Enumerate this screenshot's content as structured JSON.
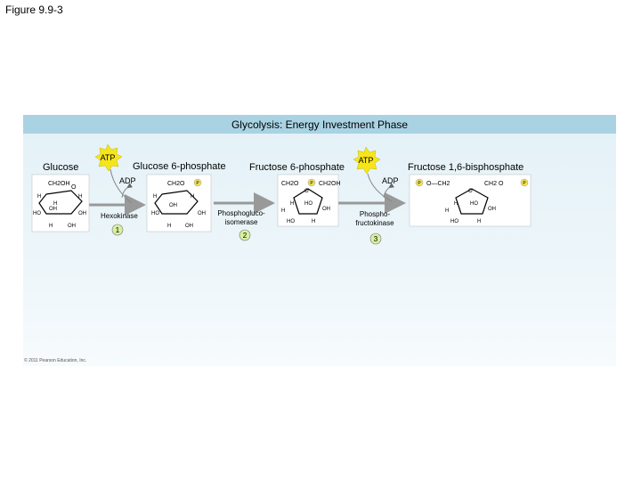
{
  "figure_label": "Figure 9.9-3",
  "title": "Glycolysis: Energy Investment Phase",
  "copyright": "© 2011 Pearson Education, Inc.",
  "molecules": {
    "glucose": "Glucose",
    "g6p": "Glucose 6-phosphate",
    "f6p": "Fructose 6-phosphate",
    "f16bp": "Fructose 1,6-bisphosphate"
  },
  "cofactors": {
    "atp1": "ATP",
    "adp1": "ADP",
    "atp2": "ATP",
    "adp2": "ADP"
  },
  "enzymes": {
    "e1": "Hexokinase",
    "e2_line1": "Phosphogluco-",
    "e2_line2": "isomerase",
    "e3_line1": "Phospho-",
    "e3_line2": "fructokinase"
  },
  "steps": [
    "1",
    "2",
    "3"
  ],
  "structure_text": {
    "ch2oh": "CH2OH",
    "h": "H",
    "oh": "OH",
    "ho": "HO",
    "o": "O",
    "p": "P",
    "ch2o": "CH2O",
    "ch2": "CH2",
    "o_ch2": "O—CH2"
  },
  "colors": {
    "header": "#a9d3e3",
    "atp_burst": "#f6e51a",
    "step_circle": "#d8f0a0",
    "phosphate": "#f1e25a",
    "arrow": "#999999"
  }
}
